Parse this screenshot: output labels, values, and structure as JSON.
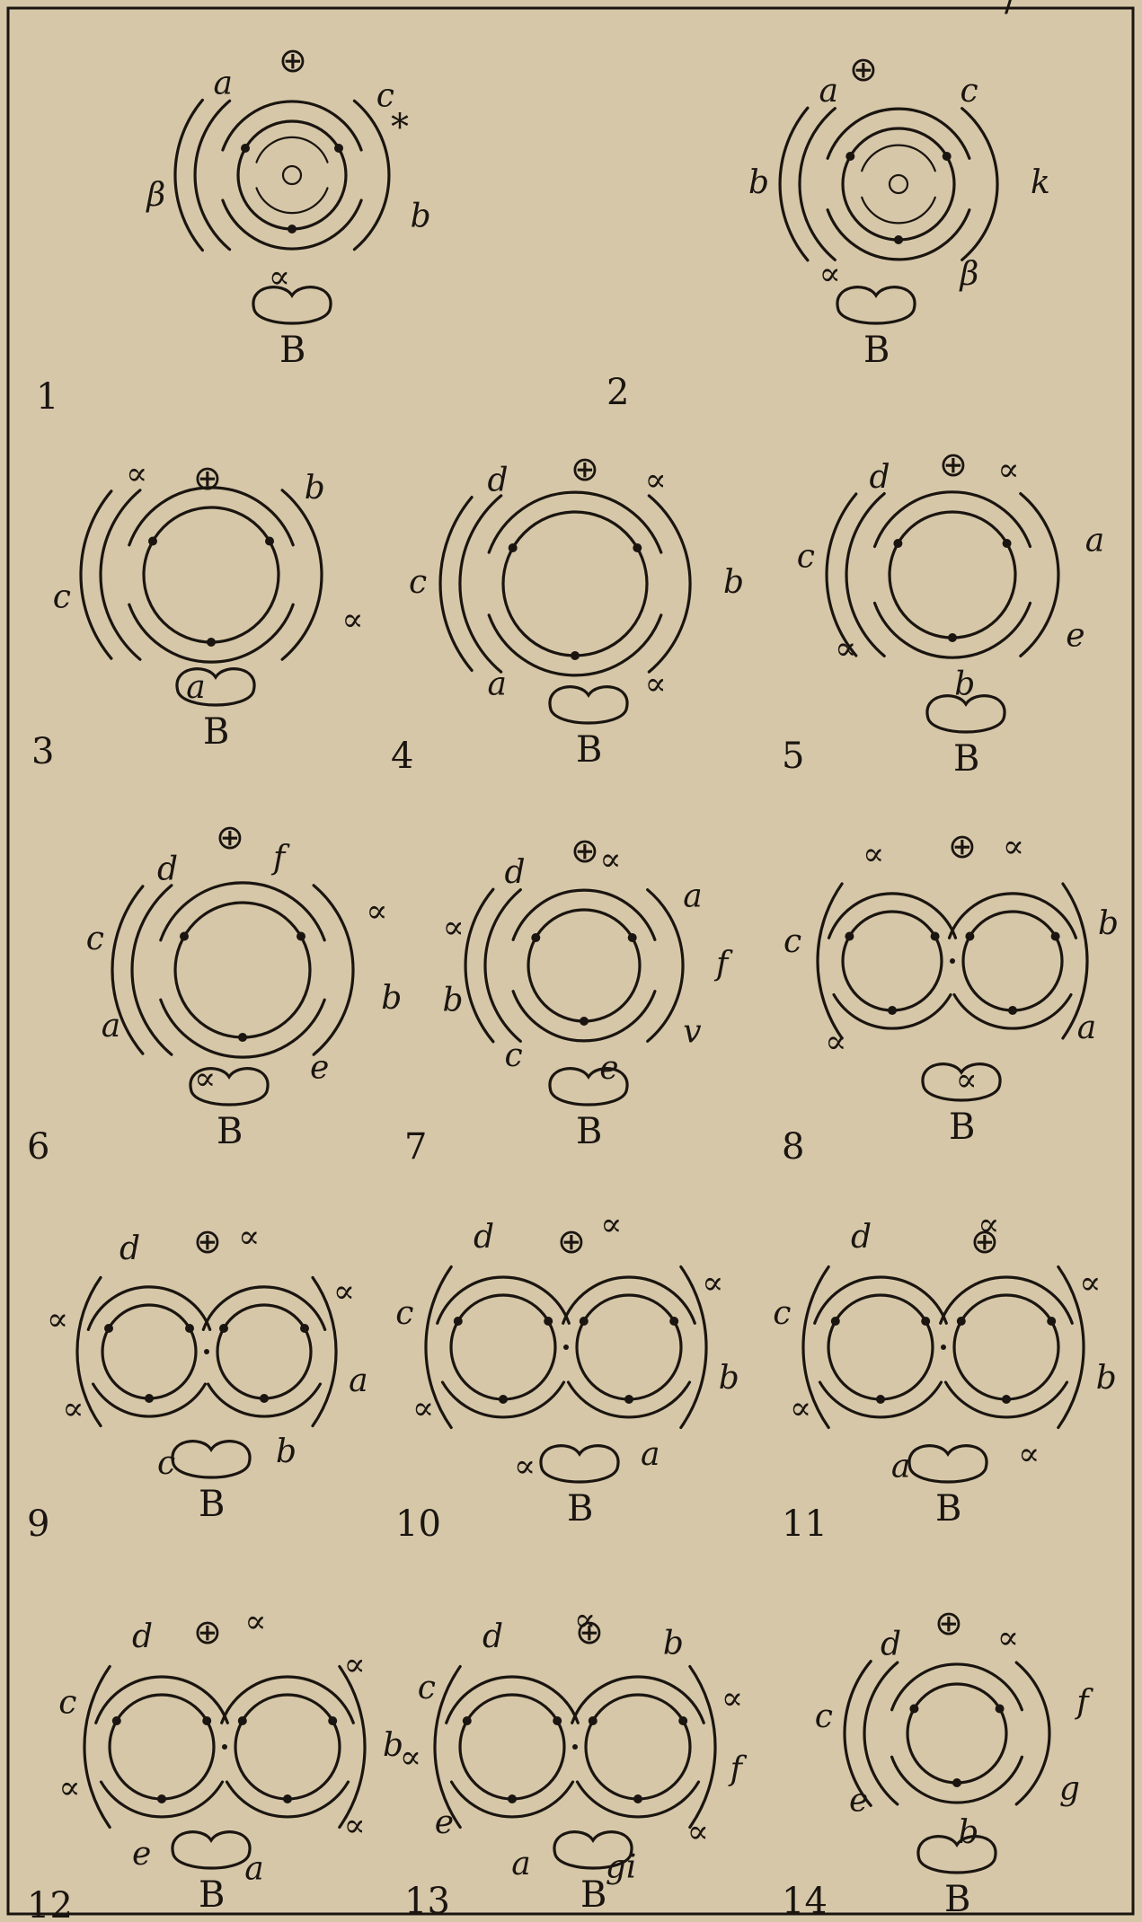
{
  "plate": {
    "border_color": "#1a1510",
    "paper_color": "#d6c7a8",
    "ink_color": "#1a1510"
  },
  "symbols": {
    "axis": "⊕",
    "bract": "B",
    "star": "*"
  },
  "figures": [
    {
      "number": "1",
      "labels": [
        "a",
        "c",
        "b",
        "∝",
        "β"
      ]
    },
    {
      "number": "2",
      "labels": [
        "a",
        "c",
        "k",
        "β",
        "∝",
        "b"
      ]
    },
    {
      "number": "3",
      "labels": [
        "∝",
        "b",
        "∝",
        "a",
        "c"
      ]
    },
    {
      "number": "4",
      "labels": [
        "d",
        "∝",
        "b",
        "∝",
        "a",
        "c"
      ]
    },
    {
      "number": "5",
      "labels": [
        "d",
        "∝",
        "a",
        "e",
        "b",
        "∝",
        "c"
      ]
    },
    {
      "number": "6",
      "labels": [
        "d",
        "f",
        "∝",
        "b",
        "e",
        "∝",
        "a",
        "c"
      ]
    },
    {
      "number": "7",
      "labels": [
        "d",
        "∝",
        "a",
        "f",
        "v",
        "e",
        "c",
        "b",
        "∝"
      ]
    },
    {
      "number": "8",
      "labels": [
        "∝",
        "∝",
        "b",
        "a",
        "∝",
        "∝",
        "c"
      ]
    },
    {
      "number": "9",
      "labels": [
        "d",
        "∝",
        "∝",
        "a",
        "b",
        "c",
        "∝",
        "∝"
      ]
    },
    {
      "number": "10",
      "labels": [
        "d",
        "∝",
        "∝",
        "b",
        "a",
        "∝",
        "∝",
        "c"
      ]
    },
    {
      "number": "11",
      "labels": [
        "d",
        "∝",
        "∝",
        "b",
        "∝",
        "a",
        "∝",
        "c"
      ]
    },
    {
      "number": "12",
      "labels": [
        "d",
        "∝",
        "∝",
        "b",
        "∝",
        "a",
        "e",
        "∝",
        "c"
      ]
    },
    {
      "number": "13",
      "labels": [
        "d",
        "∝",
        "b",
        "∝",
        "f",
        "∝",
        "gi",
        "a",
        "e",
        "∝",
        "c"
      ]
    },
    {
      "number": "14",
      "labels": [
        "d",
        "∝",
        "f",
        "g",
        "b",
        "e",
        "c"
      ]
    }
  ],
  "corner_mark": "/"
}
